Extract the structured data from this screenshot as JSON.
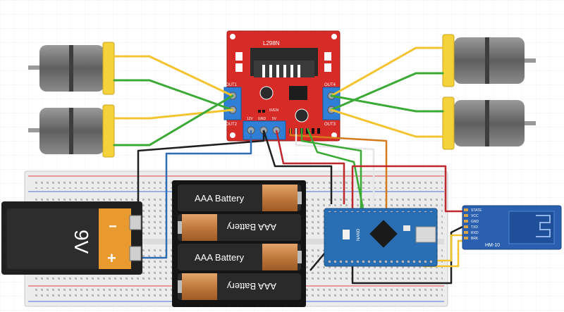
{
  "driver": {
    "label": "L298N",
    "out1": "OUT1",
    "out2": "OUT2",
    "out3": "OUT3",
    "out4": "OUT4",
    "sven": "5VEN",
    "v12": "12V",
    "gnd": "GND",
    "v5": "5V"
  },
  "battery9v": {
    "label": "9V",
    "minus": "−",
    "plus": "+"
  },
  "aaa": {
    "label": "AAA Battery"
  },
  "bluetooth": {
    "label": "HM-10",
    "pins": [
      "STATE",
      "VCC",
      "GND",
      "TXD",
      "RXD",
      "BRK"
    ]
  },
  "nano": {
    "label": "NANO"
  },
  "colors": {
    "wire_red": "#c0272d",
    "wire_black": "#1f1f1f",
    "wire_yellow": "#f4c430",
    "wire_green": "#3aaa35",
    "wire_blue": "#2f6db5",
    "wire_orange": "#d67a1e",
    "wire_white": "#e6e6e6",
    "driver_board": "#d62b26",
    "nano_board": "#2a6fb3",
    "bt_board": "#2b5fb0"
  }
}
